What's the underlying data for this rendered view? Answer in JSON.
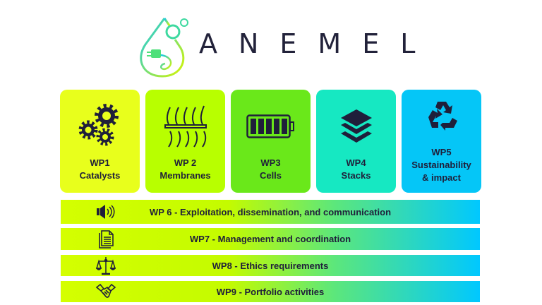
{
  "logo": {
    "text": "ANEMEL"
  },
  "colors": {
    "dark": "#1f1f3a",
    "wp1": "#e8ff1c",
    "wp2": "#b8ff00",
    "wp3": "#6ae81a",
    "wp4": "#16e8c2",
    "wp5": "#05c6f7"
  },
  "cards": [
    {
      "id": "WP1",
      "name": "Catalysts",
      "icon": "gears-icon"
    },
    {
      "id": "WP 2",
      "name": "Membranes",
      "icon": "membrane-icon"
    },
    {
      "id": "WP3",
      "name": "Cells",
      "icon": "battery-icon"
    },
    {
      "id": "WP4",
      "name": "Stacks",
      "icon": "layers-icon"
    },
    {
      "id": "WP5",
      "name": "Sustainability",
      "name2": "& impact",
      "icon": "recycle-icon"
    }
  ],
  "bars": [
    {
      "label": "WP 6 - Exploitation, dissemination, and communication",
      "icon": "speaker-icon"
    },
    {
      "label": "WP7 - Management and coordination",
      "icon": "document-icon"
    },
    {
      "label": "WP8 - Ethics requirements",
      "icon": "scales-icon"
    },
    {
      "label": "WP9 - Portfolio activities",
      "icon": "handshake-icon"
    }
  ]
}
